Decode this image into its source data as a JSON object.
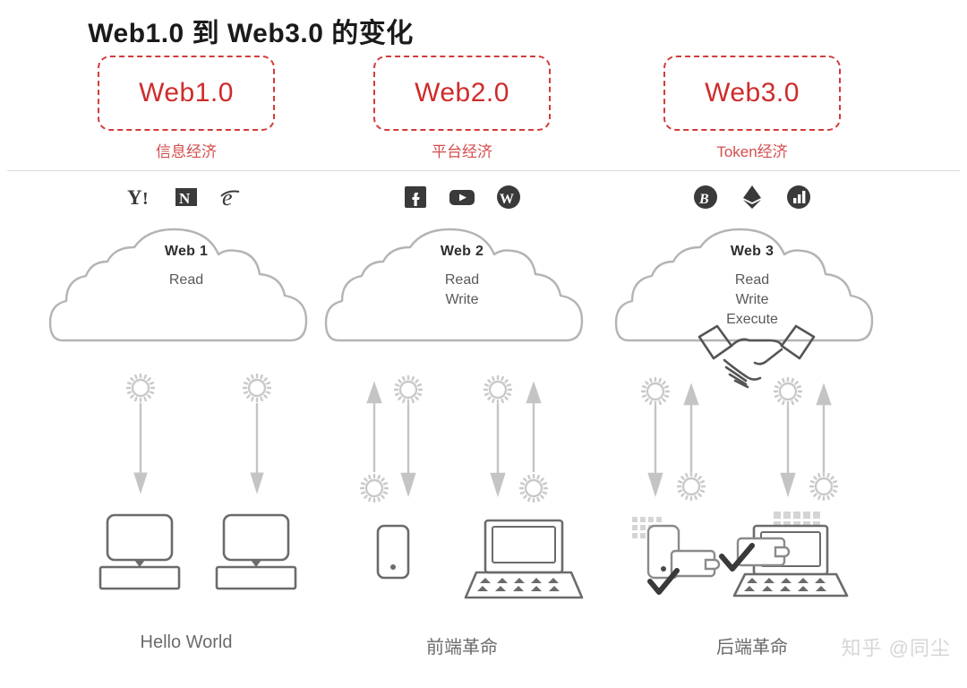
{
  "title": "Web1.0 到 Web3.0 的变化",
  "divider": true,
  "watermark": "知乎 @同尘",
  "colors": {
    "era_red": "#cf2b2b",
    "era_sub_red": "#d44c4c",
    "dashed_border": "#d23b3b",
    "line_gray": "#b4b4b4",
    "device_gray": "#6b6b6b",
    "caption_gray": "#6b6b6b",
    "logo_dark": "#3a3a3a",
    "watermark_gray": "#d6d6d6"
  },
  "columns": [
    {
      "era": "Web1.0",
      "economy": "信息经济",
      "logos": [
        {
          "name": "yahoo-logo",
          "glyph": "Y!"
        },
        {
          "name": "netscape-logo",
          "glyph": "N"
        },
        {
          "name": "internet-explorer-logo",
          "glyph": "e"
        }
      ],
      "cloud_title": "Web 1",
      "cloud_lines": [
        "Read"
      ],
      "flow": "one-way-down",
      "arrows": [
        {
          "direction": "down",
          "gear": "top"
        },
        {
          "direction": "down",
          "gear": "top"
        }
      ],
      "devices": [
        {
          "name": "desktop-computer-icon"
        },
        {
          "name": "desktop-computer-icon"
        }
      ],
      "caption": "Hello World",
      "handshake": false
    },
    {
      "era": "Web2.0",
      "economy": "平台经济",
      "logos": [
        {
          "name": "facebook-logo",
          "glyph": "f"
        },
        {
          "name": "youtube-logo",
          "glyph": "▶"
        },
        {
          "name": "wordpress-logo",
          "glyph": "W"
        }
      ],
      "cloud_title": "Web 2",
      "cloud_lines": [
        "Read",
        "Write"
      ],
      "flow": "two-way",
      "arrows": [
        {
          "direction": "up",
          "gear": "bottom"
        },
        {
          "direction": "down",
          "gear": "top"
        },
        {
          "direction": "down",
          "gear": "top"
        },
        {
          "direction": "up",
          "gear": "bottom"
        }
      ],
      "devices": [
        {
          "name": "smartphone-icon"
        },
        {
          "name": "laptop-icon"
        }
      ],
      "caption": "前端革命",
      "handshake": false
    },
    {
      "era": "Web3.0",
      "economy": "Token经济",
      "logos": [
        {
          "name": "bitcoin-logo",
          "glyph": "Ƀ"
        },
        {
          "name": "ethereum-logo",
          "glyph": "◆"
        },
        {
          "name": "analytics-chart-logo",
          "glyph": "▃"
        }
      ],
      "cloud_title": "Web 3",
      "cloud_lines": [
        "Read",
        "Write",
        "Execute"
      ],
      "flow": "two-way",
      "arrows": [
        {
          "direction": "down",
          "gear": "top"
        },
        {
          "direction": "up",
          "gear": "bottom"
        },
        {
          "direction": "down",
          "gear": "top"
        },
        {
          "direction": "up",
          "gear": "bottom"
        }
      ],
      "devices": [
        {
          "name": "smartphone-wallet-icon"
        },
        {
          "name": "laptop-wallet-icon"
        }
      ],
      "caption": "后端革命",
      "handshake": true
    }
  ]
}
